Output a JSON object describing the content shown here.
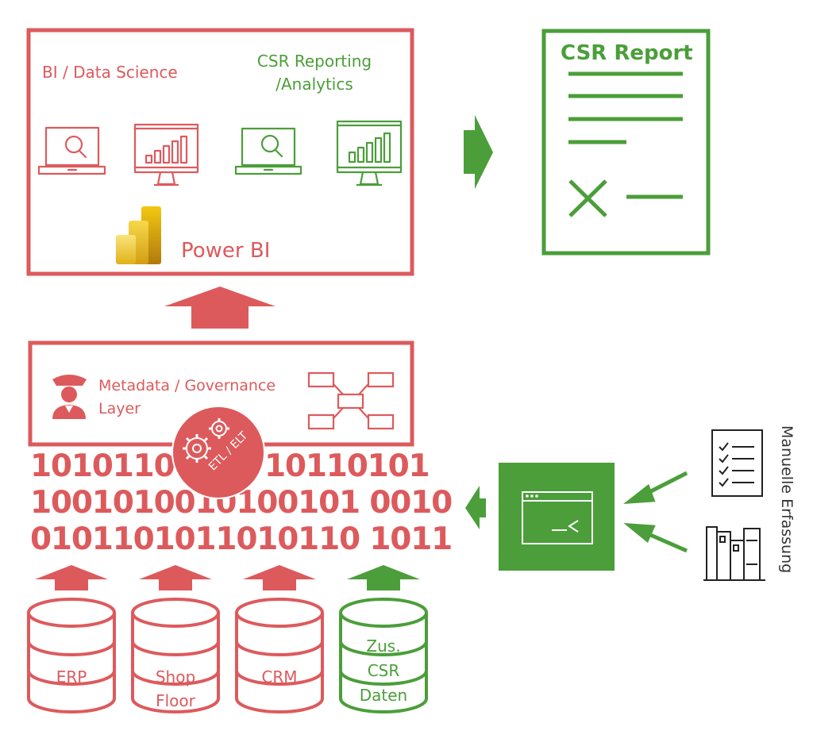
{
  "colors": {
    "red": "#dd5a5c",
    "green": "#4b9e3a",
    "dark": "#333333",
    "powerbi_gold": "#f2c811"
  },
  "top_box": {
    "bi_label": "BI / Data Science",
    "csr_line1": "CSR Reporting",
    "csr_line2": "/Analytics",
    "tool_label": "Power BI",
    "icons": [
      "laptop-search-icon",
      "monitor-chart-icon",
      "laptop-search-icon",
      "monitor-chart-icon",
      "power-bi-logo"
    ]
  },
  "report": {
    "title": "CSR Report",
    "icons": [
      "document-lines-icon",
      "signature-x-icon"
    ]
  },
  "governance": {
    "line1": "Metadata / Governance",
    "line2": "Layer",
    "icons": [
      "police-officer-icon",
      "data-model-icon"
    ]
  },
  "etl": {
    "label": "ETL / ELT",
    "icon": "gears-icon"
  },
  "binary": {
    "row1_left": "10101101",
    "row1_right": "10110101",
    "row2": "1001010010100101 0010",
    "row3": "0101101011010110 1011"
  },
  "sources": [
    {
      "line1": "ERP",
      "line2": "",
      "line3": "",
      "color": "red"
    },
    {
      "line1": "Shop",
      "line2": "Floor",
      "line3": "",
      "color": "red"
    },
    {
      "line1": "CRM",
      "line2": "",
      "line3": "",
      "color": "red"
    },
    {
      "line1": "Zus.",
      "line2": "CSR",
      "line3": "Daten",
      "color": "green"
    }
  ],
  "manual": {
    "label": "Manuelle Erfassung",
    "icons": [
      "checklist-icon",
      "binders-icon",
      "terminal-window-icon"
    ]
  }
}
